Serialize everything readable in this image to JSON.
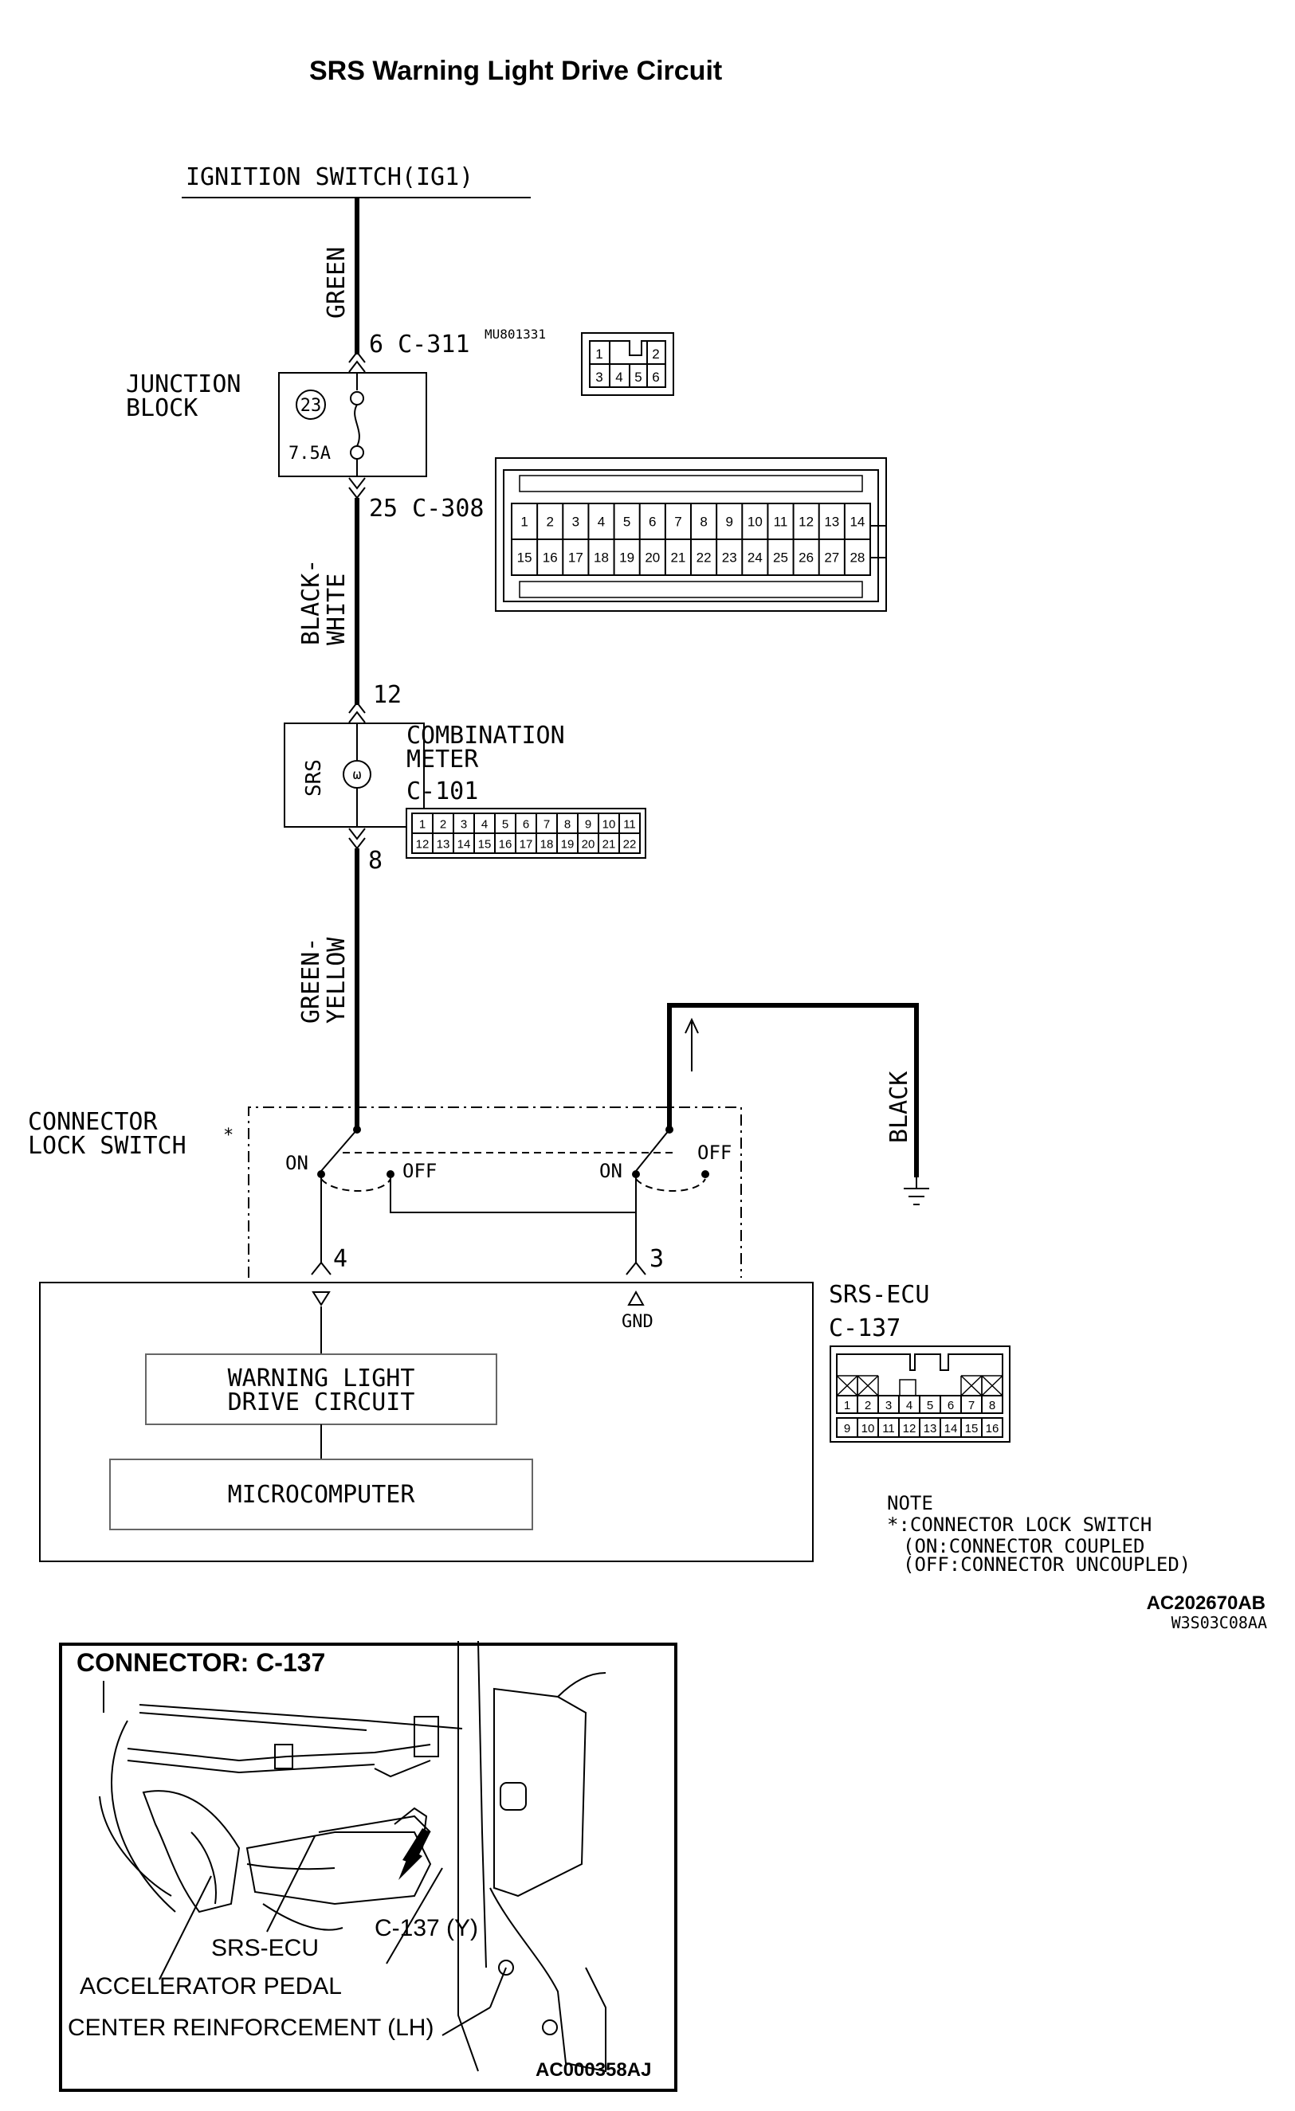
{
  "title": "SRS Warning Light Drive Circuit",
  "ignition_label": "IGNITION SWITCH(IG1)",
  "wires": {
    "green": "GREEN",
    "black_white_1": "BLACK-",
    "black_white_2": "WHITE",
    "green_yellow_1": "GREEN-",
    "green_yellow_2": "YELLOW",
    "black": "BLACK"
  },
  "junction_block": {
    "label_1": "JUNCTION",
    "label_2": "BLOCK",
    "fuse_no": "23",
    "fuse_rating": "7.5A",
    "pin_top": "6 C-311",
    "pin_bottom": "25 C-308",
    "part_no": "MU801331"
  },
  "combination_meter": {
    "label_1": "COMBINATION",
    "label_2": "METER",
    "connector": "C-101",
    "indicator": "SRS",
    "pin_top": "12",
    "pin_bottom": "8"
  },
  "connector_lock_switch": {
    "label_1": "CONNECTOR",
    "label_2": "LOCK SWITCH",
    "mark": "*",
    "on_left": "ON",
    "off_left": "OFF",
    "on_right": "ON",
    "off_right": "OFF",
    "pin_left": "4",
    "pin_right": "3"
  },
  "srs_ecu": {
    "label": "SRS-ECU",
    "connector": "C-137",
    "gnd": "GND",
    "block1_l1": "WARNING LIGHT",
    "block1_l2": "DRIVE CIRCUIT",
    "block2": "MICROCOMPUTER"
  },
  "connectors": {
    "c311_pins": [
      "1",
      "2",
      "3",
      "4",
      "5",
      "6"
    ],
    "c308_row1": [
      "1",
      "2",
      "3",
      "4",
      "5",
      "6",
      "7",
      "8",
      "9",
      "10",
      "11",
      "12",
      "13",
      "14"
    ],
    "c308_row2": [
      "15",
      "16",
      "17",
      "18",
      "19",
      "20",
      "21",
      "22",
      "23",
      "24",
      "25",
      "26",
      "27",
      "28"
    ],
    "c101_row1": [
      "1",
      "2",
      "3",
      "4",
      "5",
      "6",
      "7",
      "8",
      "9",
      "10",
      "11"
    ],
    "c101_row2": [
      "12",
      "13",
      "14",
      "15",
      "16",
      "17",
      "18",
      "19",
      "20",
      "21",
      "22"
    ],
    "c137_row1": [
      "1",
      "2",
      "3",
      "4",
      "5",
      "6",
      "7",
      "8"
    ],
    "c137_row2": [
      "9",
      "10",
      "11",
      "12",
      "13",
      "14",
      "15",
      "16"
    ]
  },
  "note": {
    "title": "NOTE",
    "line1": "*:CONNECTOR LOCK SWITCH",
    "line2": "(ON:CONNECTOR COUPLED",
    "line3": "(OFF:CONNECTOR UNCOUPLED)"
  },
  "codes": {
    "diagram_code": "AC202670AB",
    "diagram_sub": "W3S03C08AA",
    "photo_code": "AC000358AJ"
  },
  "location": {
    "heading": "CONNECTOR: C-137",
    "callout_connector": "C-137 (Y)",
    "callout_ecu": "SRS-ECU",
    "callout_pedal": "ACCELERATOR PEDAL",
    "callout_reinforcement": "CENTER REINFORCEMENT (LH)"
  }
}
